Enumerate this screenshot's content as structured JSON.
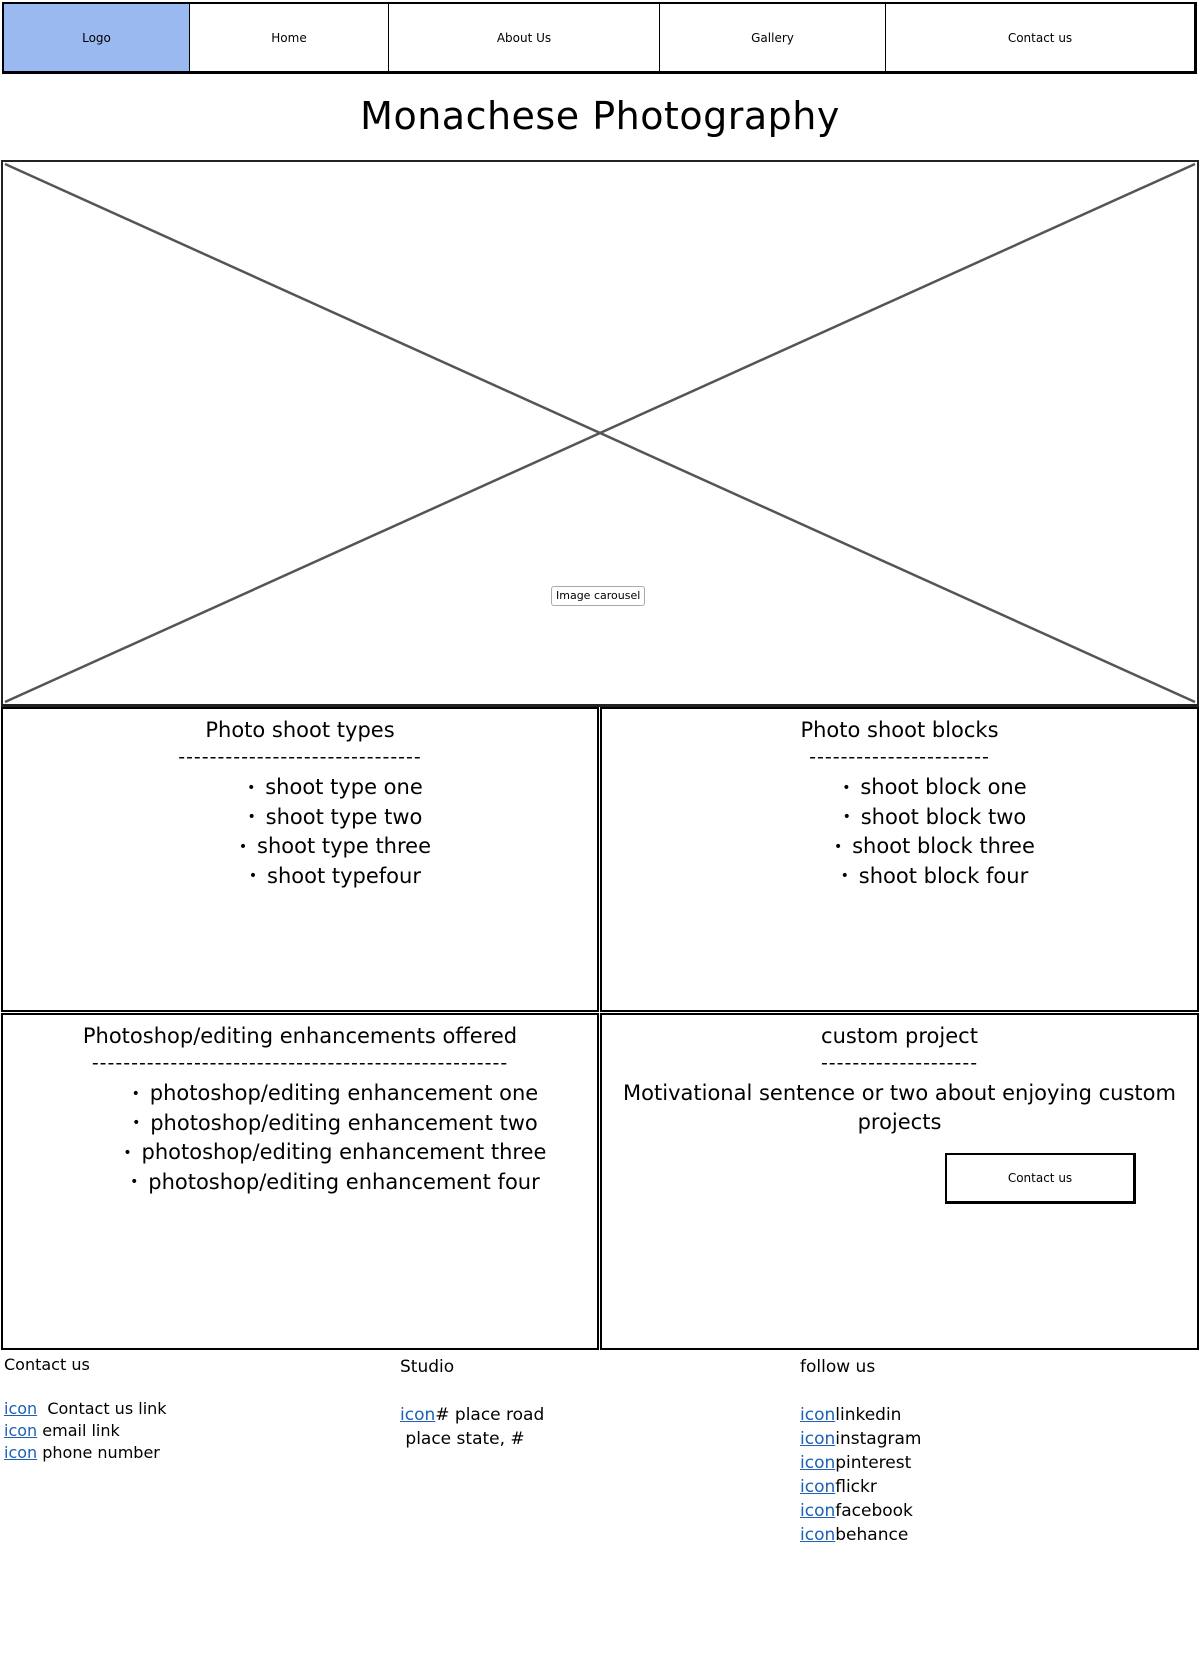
{
  "nav": {
    "logo": "Logo",
    "home": "Home",
    "about": "About Us",
    "gallery": "Gallery",
    "contact": "Contact us"
  },
  "site_title": "Monachese Photography",
  "carousel": {
    "label": "Image carousel"
  },
  "panels": {
    "shoot_types": {
      "title": "Photo shoot types",
      "divider": "-------------------------------",
      "items": [
        "shoot type one",
        "shoot type two",
        "shoot type three",
        "shoot typefour"
      ]
    },
    "shoot_blocks": {
      "title": "Photo shoot blocks",
      "divider": "-----------------------",
      "items": [
        "shoot block one",
        "shoot block two",
        "shoot block three",
        "shoot block four"
      ]
    },
    "enhancements": {
      "title": "Photoshop/editing enhancements offered",
      "divider": "-----------------------------------------------------",
      "items": [
        "photoshop/editing enhancement one",
        "photoshop/editing enhancement two",
        "photoshop/editing enhancement three",
        "photoshop/editing enhancement four"
      ]
    },
    "custom": {
      "title": "custom project",
      "divider": "--------------------",
      "text": "Motivational sentence or two about enjoying custom projects",
      "button": "Contact us"
    }
  },
  "footer": {
    "contact": {
      "heading": "Contact us",
      "icon_label": "icon",
      "lines": [
        "  Contact us link",
        " email link",
        " phone number"
      ]
    },
    "studio": {
      "heading": "Studio",
      "icon_label": "icon",
      "line1": "# place road",
      "line2": " place state, #"
    },
    "follow": {
      "heading": "follow us",
      "icon_label": "icon",
      "networks": [
        "linkedin",
        "instagram",
        "pinterest",
        "flickr",
        "facebook",
        "behance"
      ]
    }
  }
}
